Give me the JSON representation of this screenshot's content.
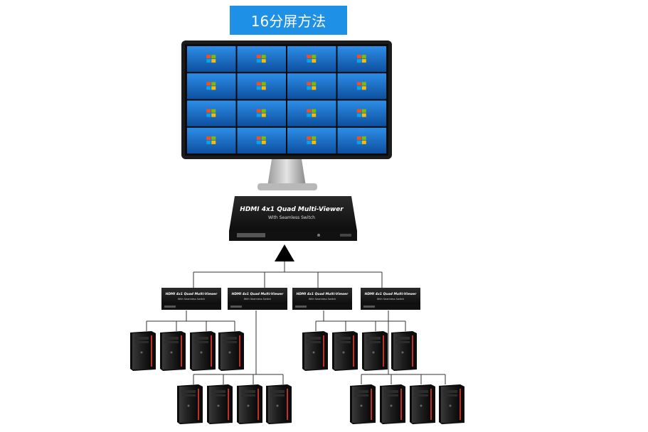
{
  "title": "16分屏方法",
  "colors": {
    "title_bg": "#1e90e6",
    "screen_tile": "#1a6fc4",
    "device_body": "#1c1c1c",
    "pc_accent": "#c0302a"
  },
  "main_device": {
    "label": "HDMI 4x1 Quad Multi-Viewer",
    "sublabel": "With Seamless Switch"
  },
  "sub_devices": [
    {
      "label": "HDMI 4x1 Quad Multi-Viewer",
      "sublabel": "With Seamless Switch"
    },
    {
      "label": "HDMI 4x1 Quad Multi-Viewer",
      "sublabel": "With Seamless Switch"
    },
    {
      "label": "HDMI 4x1 Quad Multi-Viewer",
      "sublabel": "With Seamless Switch"
    },
    {
      "label": "HDMI 4x1 Quad Multi-Viewer",
      "sublabel": "With Seamless Switch"
    }
  ],
  "monitor": {
    "grid_rows": 4,
    "grid_cols": 4,
    "icon": "windows-logo-icon"
  },
  "computer_count": 16
}
